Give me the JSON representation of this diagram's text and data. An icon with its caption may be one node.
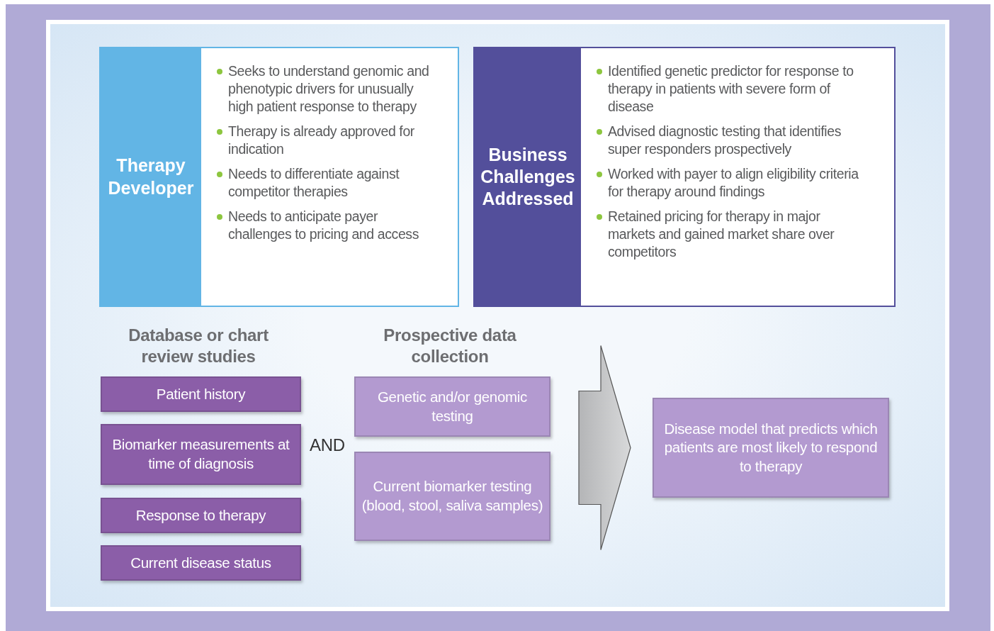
{
  "diagram": {
    "nodes": [
      {
        "text": [
          "Therapy Developer",
          "Seeks to understand genomic and phenotypic drivers for unusually high patient response to therapy",
          "Therapy is already approved for indication",
          "Needs to differentiate against competitor therapies",
          "Needs to anticipate payer challenges to pricing and access"
        ]
      },
      {
        "text": [
          "Business Challenges Addressed",
          "Identified genetic predictor for response to therapy in patients with severe form of disease",
          "Advised diagnostic testing that identifies super responders prospectively",
          "Worked with payer to align eligibility criteria for therapy around findings",
          "Retained pricing for therapy in major markets and gained market share over competitors"
        ]
      },
      {
        "text": [
          "Patient history"
        ]
      },
      {
        "text": [
          "Biomarker measurements at time of diagnosis"
        ]
      },
      {
        "text": [
          "Response to therapy"
        ]
      },
      {
        "text": [
          "Current disease status"
        ]
      },
      {
        "text": [
          "Genetic and/or genomic testing"
        ]
      },
      {
        "text": [
          "Current biomarker testing (blood, stool, saliva samples)"
        ]
      },
      {
        "text": [
          "Disease model that predicts which patients are most likely to respond to therapy"
        ]
      }
    ],
    "edges": [
      {
        "from": null,
        "to": 8,
        "arrow": "to",
        "style": "thick"
      }
    ],
    "labels": [
      "Database or chart review studies",
      "Prospective data collection",
      "AND"
    ]
  }
}
